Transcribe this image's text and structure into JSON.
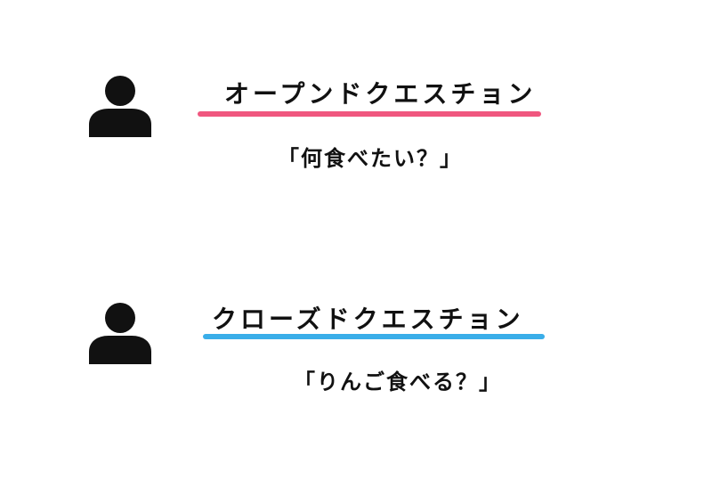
{
  "colors": {
    "open_underline": "#f0577f",
    "closed_underline": "#3aaee9",
    "icon": "#111111"
  },
  "open_question": {
    "icon": "person-icon",
    "title": "オープンドクエスチョン",
    "example": "「何食べたい？」"
  },
  "closed_question": {
    "icon": "person-icon",
    "title": "クローズドクエスチョン",
    "example": "「りんご食べる？」"
  }
}
